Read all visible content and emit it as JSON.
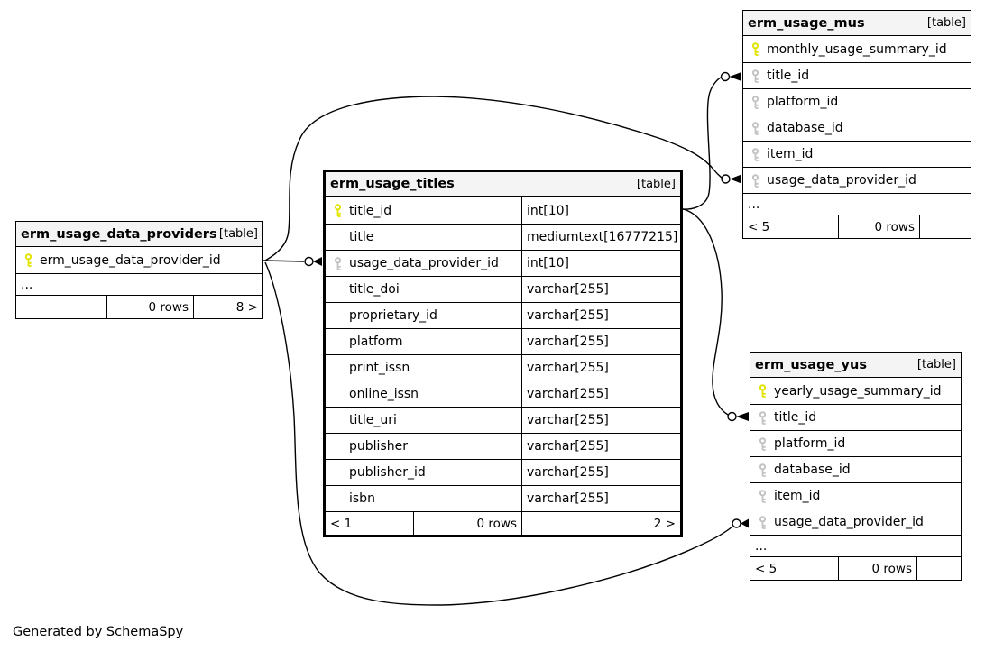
{
  "app": {
    "credit": "Generated by SchemaSpy"
  },
  "colors": {
    "pk_key": "#e3e300",
    "fk_key": "#c3c3c3",
    "header_bg": "#f4f4f4",
    "border": "#000000"
  },
  "tables": [
    {
      "name": "erm_usage_data_providers",
      "badge": "[table]",
      "columns": [
        {
          "name": "erm_usage_data_provider_id",
          "key": "primary",
          "type": ""
        }
      ],
      "ellipsis": "...",
      "footer": {
        "left": "",
        "center": "0 rows",
        "right": "8 >"
      }
    },
    {
      "name": "erm_usage_titles",
      "badge": "[table]",
      "columns": [
        {
          "name": "title_id",
          "key": "primary",
          "type": "int[10]"
        },
        {
          "name": "title",
          "key": "none",
          "type": "mediumtext[16777215]"
        },
        {
          "name": "usage_data_provider_id",
          "key": "foreign",
          "type": "int[10]"
        },
        {
          "name": "title_doi",
          "key": "none",
          "type": "varchar[255]"
        },
        {
          "name": "proprietary_id",
          "key": "none",
          "type": "varchar[255]"
        },
        {
          "name": "platform",
          "key": "none",
          "type": "varchar[255]"
        },
        {
          "name": "print_issn",
          "key": "none",
          "type": "varchar[255]"
        },
        {
          "name": "online_issn",
          "key": "none",
          "type": "varchar[255]"
        },
        {
          "name": "title_uri",
          "key": "none",
          "type": "varchar[255]"
        },
        {
          "name": "publisher",
          "key": "none",
          "type": "varchar[255]"
        },
        {
          "name": "publisher_id",
          "key": "none",
          "type": "varchar[255]"
        },
        {
          "name": "isbn",
          "key": "none",
          "type": "varchar[255]"
        }
      ],
      "footer": {
        "left": "< 1",
        "center": "0 rows",
        "right": "2 >"
      }
    },
    {
      "name": "erm_usage_mus",
      "badge": "[table]",
      "columns": [
        {
          "name": "monthly_usage_summary_id",
          "key": "primary",
          "type": ""
        },
        {
          "name": "title_id",
          "key": "foreign",
          "type": ""
        },
        {
          "name": "platform_id",
          "key": "foreign",
          "type": ""
        },
        {
          "name": "database_id",
          "key": "foreign",
          "type": ""
        },
        {
          "name": "item_id",
          "key": "foreign",
          "type": ""
        },
        {
          "name": "usage_data_provider_id",
          "key": "foreign",
          "type": ""
        }
      ],
      "ellipsis": "...",
      "footer": {
        "left": "< 5",
        "center": "0 rows",
        "right": ""
      }
    },
    {
      "name": "erm_usage_yus",
      "badge": "[table]",
      "columns": [
        {
          "name": "yearly_usage_summary_id",
          "key": "primary",
          "type": ""
        },
        {
          "name": "title_id",
          "key": "foreign",
          "type": ""
        },
        {
          "name": "platform_id",
          "key": "foreign",
          "type": ""
        },
        {
          "name": "database_id",
          "key": "foreign",
          "type": ""
        },
        {
          "name": "item_id",
          "key": "foreign",
          "type": ""
        },
        {
          "name": "usage_data_provider_id",
          "key": "foreign",
          "type": ""
        }
      ],
      "ellipsis": "...",
      "footer": {
        "left": "< 5",
        "center": "0 rows",
        "right": ""
      }
    }
  ],
  "relationships": [
    {
      "from": "erm_usage_titles.usage_data_provider_id",
      "to": "erm_usage_data_providers.erm_usage_data_provider_id"
    },
    {
      "from": "erm_usage_mus.usage_data_provider_id",
      "to": "erm_usage_data_providers.erm_usage_data_provider_id"
    },
    {
      "from": "erm_usage_yus.usage_data_provider_id",
      "to": "erm_usage_data_providers.erm_usage_data_provider_id"
    },
    {
      "from": "erm_usage_mus.title_id",
      "to": "erm_usage_titles.title_id"
    },
    {
      "from": "erm_usage_yus.title_id",
      "to": "erm_usage_titles.title_id"
    }
  ]
}
